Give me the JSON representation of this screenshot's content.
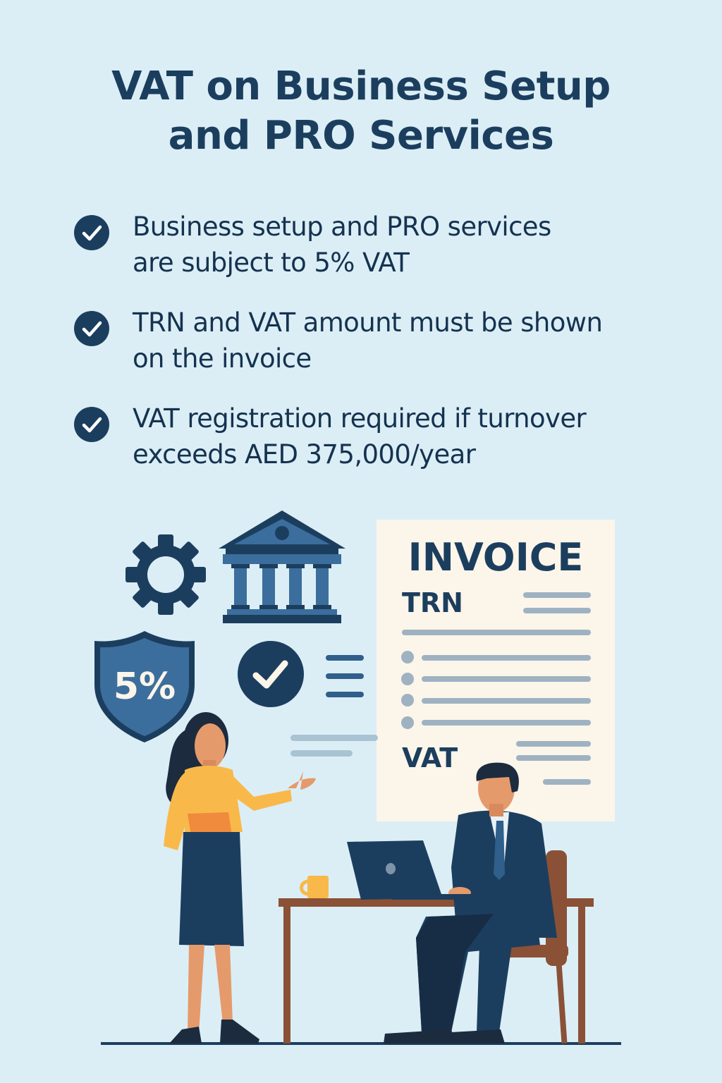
{
  "title": {
    "line1": "VAT on Business Setup",
    "line2": "and PRO Services"
  },
  "bullets": [
    {
      "icon": "check-circle-icon",
      "line1": "Business setup and PRO services",
      "line2": "are subject to 5% VAT"
    },
    {
      "icon": "check-circle-icon",
      "line1": "TRN and VAT amount must be shown",
      "line2": "on the invoice"
    },
    {
      "icon": "check-circle-icon",
      "line1": "VAT registration required if turnover",
      "line2": "exceeds AED 375,000/year"
    }
  ],
  "illustration": {
    "shield_label": "5%",
    "invoice": {
      "title": "INVOICE",
      "trn_label": "TRN",
      "vat_label": "VAT"
    },
    "icons": [
      "gear-icon",
      "bank-building-icon",
      "shield-icon",
      "check-circle-icon",
      "list-lines-icon",
      "laptop-icon",
      "coffee-mug-icon"
    ]
  },
  "colors": {
    "background": "#dbeef6",
    "navy": "#1c3e5e",
    "accent_blue": "#3b6e9c",
    "invoice_paper": "#fcf5ea",
    "line_gray": "#9fb2c2",
    "yellow": "#f8b94a",
    "orange": "#f08a3c",
    "desk_brown": "#8a5137"
  }
}
